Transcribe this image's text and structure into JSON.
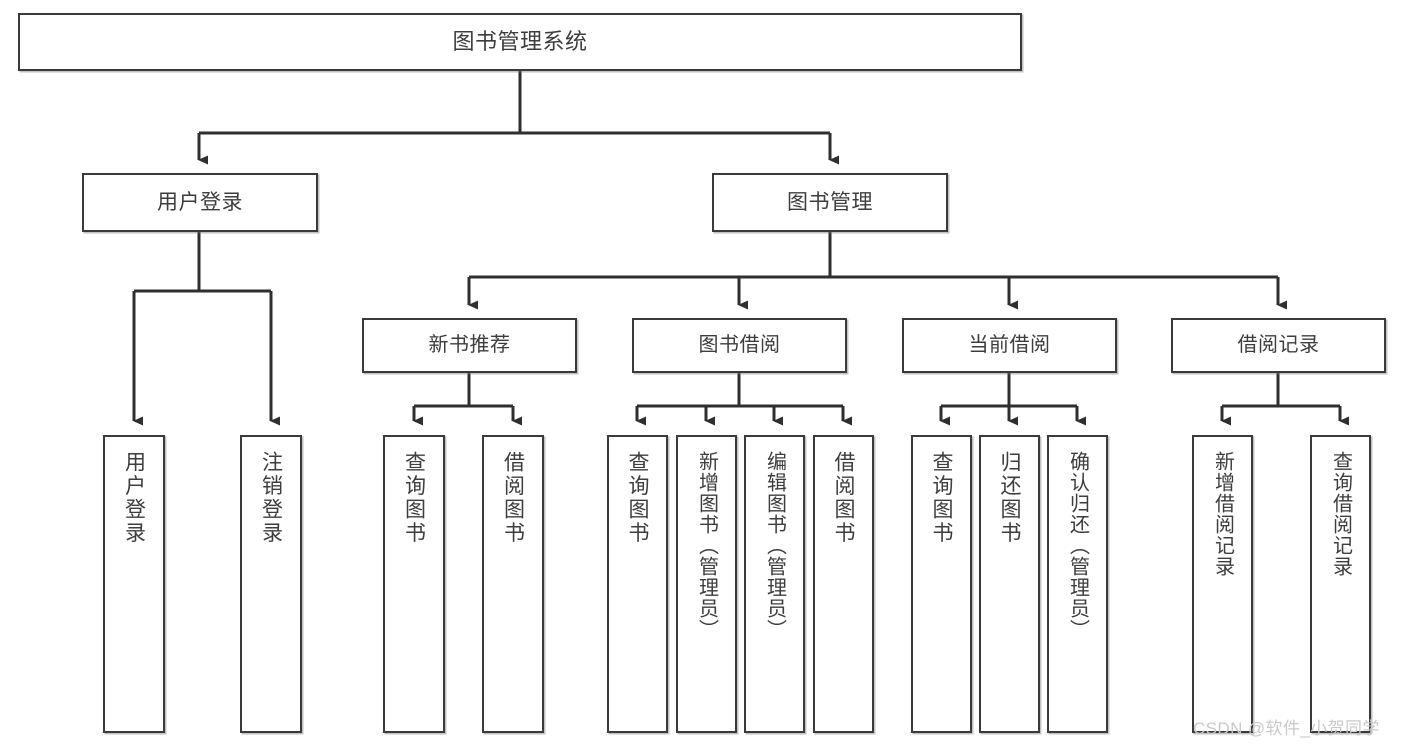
{
  "diagram": {
    "type": "tree-hierarchy",
    "title": "图书管理系统",
    "colors": {
      "box_border": "#3a3a3a",
      "box_fill": "#ffffff",
      "connector": "#2f2f2f",
      "text": "#3d3d3d",
      "background": "#ffffff",
      "watermark": "#c9c9c9"
    },
    "levels": 4,
    "nodes": {
      "root": {
        "label": "图书管理系统"
      },
      "level2": [
        {
          "label": "用户登录"
        },
        {
          "label": "图书管理"
        }
      ],
      "level3": [
        {
          "label": "新书推荐"
        },
        {
          "label": "图书借阅"
        },
        {
          "label": "当前借阅"
        },
        {
          "label": "借阅记录"
        }
      ],
      "leaves_user_login": [
        {
          "label": "用户登录"
        },
        {
          "label": "注销登录"
        }
      ],
      "leaves_new_book": [
        {
          "label": "查询图书"
        },
        {
          "label": "借阅图书"
        }
      ],
      "leaves_borrow": [
        {
          "label": "查询图书"
        },
        {
          "label": "新增图书（管理员）"
        },
        {
          "label": "编辑图书（管理员）"
        },
        {
          "label": "借阅图书"
        }
      ],
      "leaves_current": [
        {
          "label": "查询图书"
        },
        {
          "label": "归还图书"
        },
        {
          "label": "确认归还（管理员）"
        }
      ],
      "leaves_records": [
        {
          "label": "新增借阅记录"
        },
        {
          "label": "查询借阅记录"
        }
      ]
    }
  },
  "watermark": {
    "text": "CSDN @软件_小贺同学"
  }
}
